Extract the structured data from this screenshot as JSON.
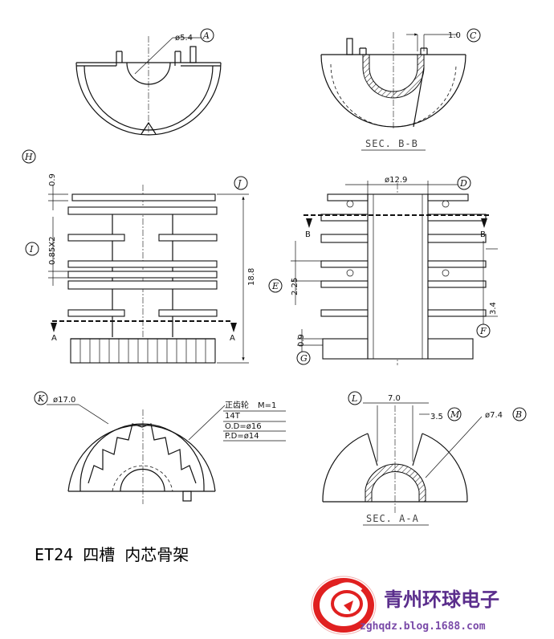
{
  "drawing_title": "ET24 四槽 内芯骨架",
  "brand": {
    "company": "青州环球电子",
    "url": "zghqdz.blog.1688.com"
  },
  "callouts": {
    "A": "A",
    "B": "B",
    "C": "C",
    "D": "D",
    "E": "E",
    "F": "F",
    "G": "G",
    "H": "H",
    "I": "I",
    "J": "J",
    "K": "K",
    "L": "L",
    "M": "M"
  },
  "dimensions": {
    "a_dia": "ø5.4",
    "c_wall": "1.0",
    "h_top": "0.9",
    "i_gap": "0.85X2",
    "j_height": "18.8",
    "d_dia": "ø12.9",
    "e_pitch": "2.25",
    "f_slot": "3.4",
    "g_base": "0.9",
    "k_dia": "ø17.0",
    "l_width": "7.0",
    "m_wall": "3.5",
    "b_dia": "ø7.4"
  },
  "section_labels": {
    "top_right": "SEC. B-B",
    "bottom_right": "SEC. A-A",
    "cut_a_left": "A",
    "cut_a_right": "A",
    "cut_b_left": "B",
    "cut_b_right": "B"
  },
  "gear_spec": {
    "name": "正齿轮",
    "module": "M=1",
    "teeth": "14T",
    "od": "O.D=ø16",
    "pd": "P.D=ø14"
  }
}
